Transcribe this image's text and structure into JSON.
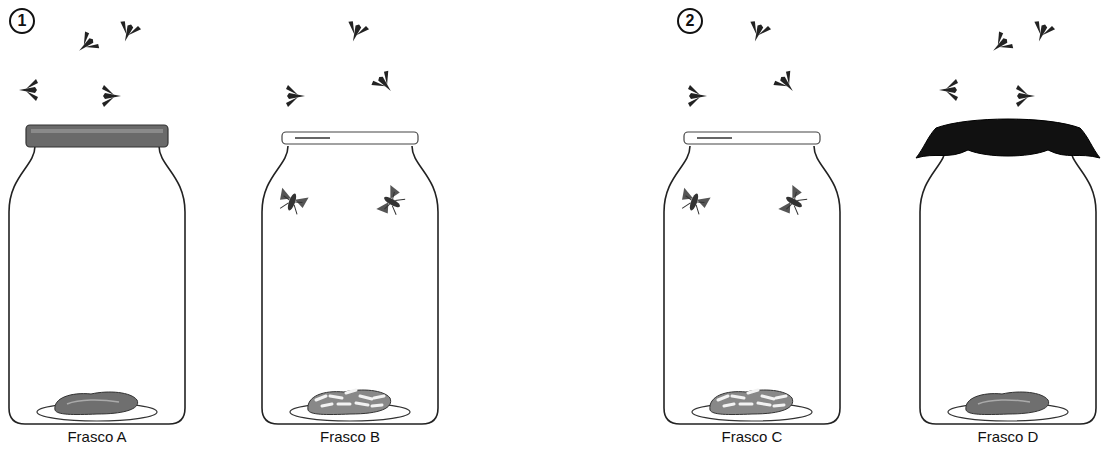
{
  "diagram": {
    "labels": [
      "1",
      "2",
      "Frasco A",
      "Frasco B",
      "Frasco C",
      "Frasco D"
    ]
  }
}
